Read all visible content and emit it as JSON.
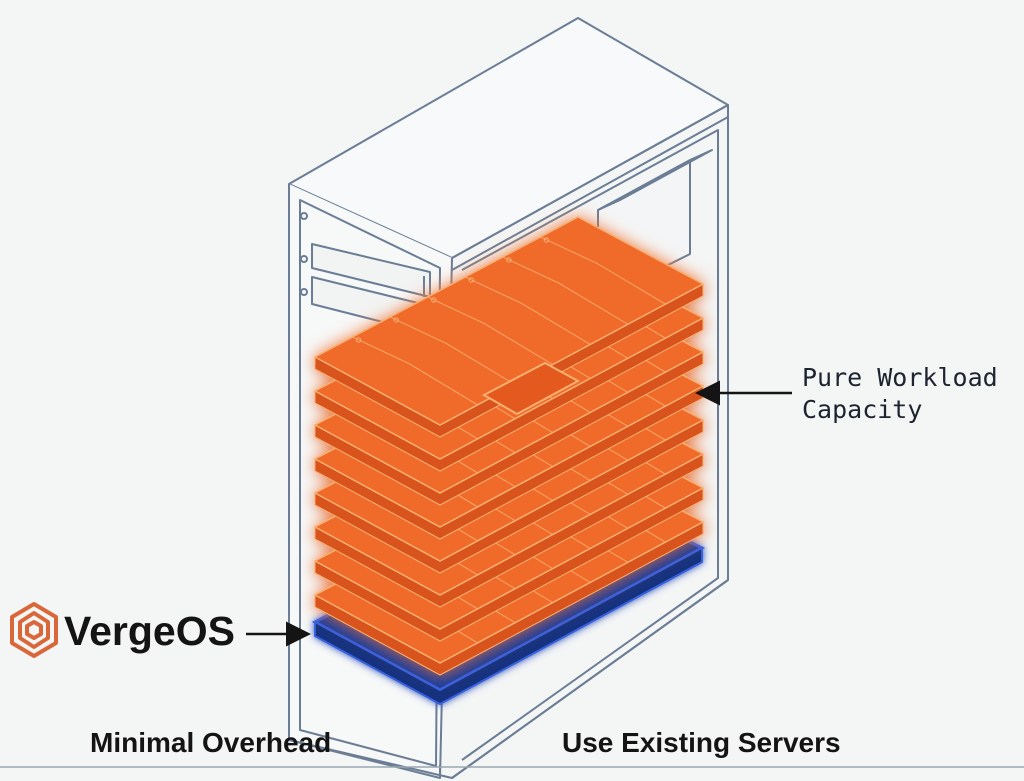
{
  "callouts": {
    "workload_line1": "Pure Workload",
    "workload_line2": "Capacity"
  },
  "logo": {
    "brand_text": "VergeOS",
    "brand_color": "#d9673a"
  },
  "captions": {
    "left": "Minimal Overhead",
    "right": "Use Existing Servers"
  },
  "colors": {
    "board_orange": "#f06a2a",
    "trace_gold": "#f7b072",
    "vergeos_layer_blue": "#2344a8",
    "case_outline": "#6a7d95"
  },
  "diagram": {
    "board_count": 8,
    "icons": [
      "server-tower",
      "circuit-board",
      "vergeos-hex-logo"
    ]
  }
}
